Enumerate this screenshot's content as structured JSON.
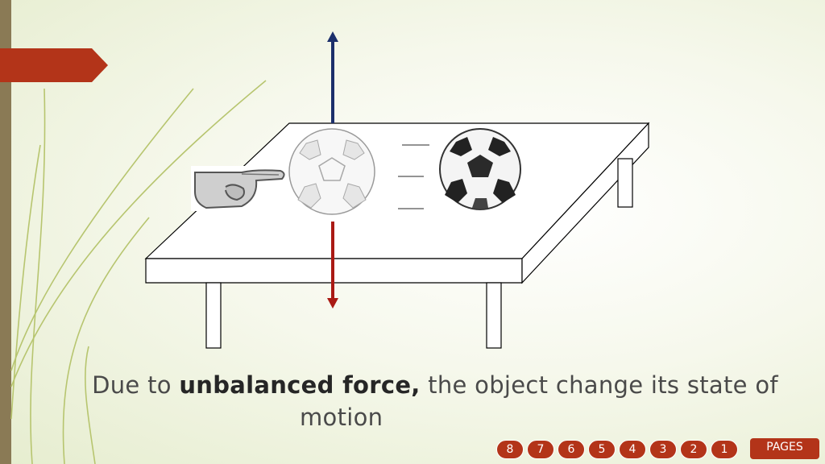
{
  "slide": {
    "caption_pre": "Due to ",
    "caption_bold": "unbalanced force,",
    "caption_post": " the object change its state of",
    "caption_line2": "motion"
  },
  "colors": {
    "accent": "#b33419",
    "up_arrow": "#1c2f6b",
    "down_arrow": "#aa1a14",
    "left_bar": "#8a7a55"
  },
  "icons": [
    "pointing-hand-icon",
    "soccer-ball-icon"
  ],
  "nav": {
    "pages": [
      "8",
      "7",
      "6",
      "5",
      "4",
      "3",
      "2",
      "1"
    ],
    "pages_label": "PAGES"
  }
}
